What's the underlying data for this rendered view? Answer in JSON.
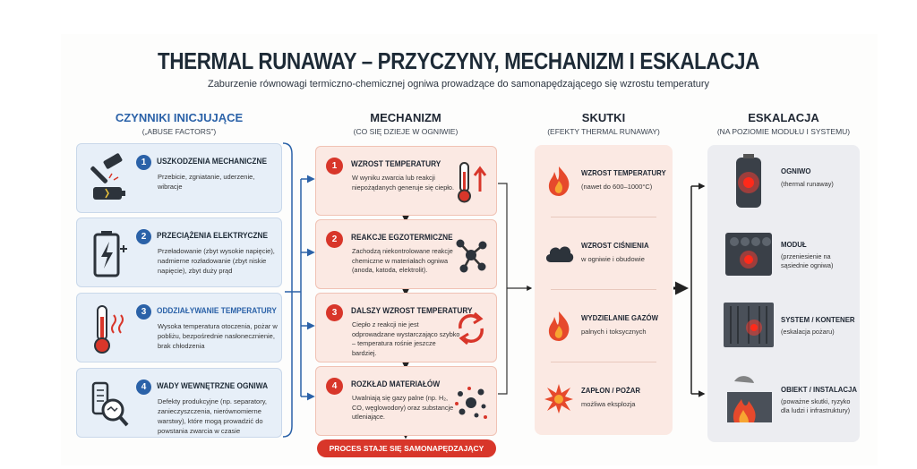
{
  "title": "THERMAL RUNAWAY – PRZYCZYNY, MECHANIZM I ESKALACJA",
  "subtitle": "Zaburzenie równowagi termiczno-chemicznej ogniwa prowadzące do samonapędzającego się wzrostu temperatury",
  "columns": {
    "causes": {
      "heading": "CZYNNIKI INICJUJĄCE",
      "sub": "(„ABUSE FACTORS”)"
    },
    "mechanism": {
      "heading": "MECHANIZM",
      "sub": "(CO SIĘ DZIEJE W OGNIWIE)"
    },
    "effects": {
      "heading": "SKUTKI",
      "sub": "(EFEKTY THERMAL RUNAWAY)"
    },
    "escalation": {
      "heading": "ESKALACJA",
      "sub": "(NA POZIOMIE MODUŁU I SYSTEMU)"
    }
  },
  "causes": [
    {
      "num": "1",
      "title": "USZKODZENIA MECHANICZNE",
      "desc": "Przebicie, zgniatanie, uderzenie, wibracje",
      "icon": "hammer-battery-icon"
    },
    {
      "num": "2",
      "title": "PRZECIĄŻENIA ELEKTRYCZNE",
      "desc": "Przeładowanie (zbyt wysokie napięcie), nadmierne rozładowanie (zbyt niskie napięcie), zbyt duży prąd",
      "icon": "battery-bolt-icon"
    },
    {
      "num": "3",
      "title": "ODDZIAŁYWANIE TEMPERATURY",
      "desc": "Wysoka temperatura otoczenia, pożar w pobliżu, bezpośrednie nasłonecznienie, brak chłodzenia",
      "icon": "thermometer-heat-icon"
    },
    {
      "num": "4",
      "title": "WADY WEWNĘTRZNE OGNIWA",
      "desc": "Defekty produkcyjne (np. separatory, zanieczyszczenia, nierównomierne warstwy), które mogą prowadzić do powstania zwarcia w czasie",
      "icon": "magnifier-cell-icon"
    }
  ],
  "mechanism": [
    {
      "num": "1",
      "title": "WZROST TEMPERATURY",
      "desc": "W wyniku zwarcia lub reakcji niepożądanych generuje się ciepło.",
      "icon": "thermometer-up-icon"
    },
    {
      "num": "2",
      "title": "REAKCJE EGZOTERMICZNE",
      "desc": "Zachodzą niekontrolowane reakcje chemiczne w materiałach ogniwa (anoda, katoda, elektrolit).",
      "icon": "molecule-icon"
    },
    {
      "num": "3",
      "title": "DALSZY WZROST TEMPERATURY",
      "desc": "Ciepło z reakcji nie jest odprowadzane wystarczająco szybko – temperatura rośnie jeszcze bardziej.",
      "icon": "cycle-arrows-icon"
    },
    {
      "num": "4",
      "title": "ROZKŁAD MATERIAŁÓW",
      "desc": "Uwalniają się gazy palne (np. H₂, CO, węglowodory) oraz substancje utleniające.",
      "icon": "gas-particles-icon"
    }
  ],
  "banner": "PROCES STAJE SIĘ SAMONAPĘDZAJĄCY",
  "effects": [
    {
      "title": "WZROST TEMPERATURY",
      "desc": "(nawet do 600–1000°C)",
      "icon": "flame-icon"
    },
    {
      "title": "WZROST CIŚNIENIA",
      "desc": "w ogniwie i obudowie",
      "icon": "cloud-icon"
    },
    {
      "title": "WYDZIELANIE GAZÓW",
      "desc": "palnych i toksycznych",
      "icon": "flame-icon"
    },
    {
      "title": "ZAPŁON / POŻAR",
      "desc": "możliwa eksplozja",
      "icon": "explosion-icon"
    }
  ],
  "escalation": [
    {
      "title": "OGNIWO",
      "desc": "(thermal runaway)",
      "icon": "cell-icon"
    },
    {
      "title": "MODUŁ",
      "desc": "(przeniesienie na sąsiednie ogniwa)",
      "icon": "module-icon"
    },
    {
      "title": "SYSTEM / KONTENER",
      "desc": "(eskalacja pożaru)",
      "icon": "container-icon"
    },
    {
      "title": "OBIEKT / INSTALACJA",
      "desc": "(poważne skutki, ryzyko dla ludzi i infrastruktury)",
      "icon": "burning-building-icon"
    }
  ],
  "colors": {
    "blue": "#2b62a8",
    "red": "#d8362a",
    "causeBg": "#e7eff8",
    "mechBg": "#fbe9e3",
    "escBg": "#ecedf1"
  }
}
